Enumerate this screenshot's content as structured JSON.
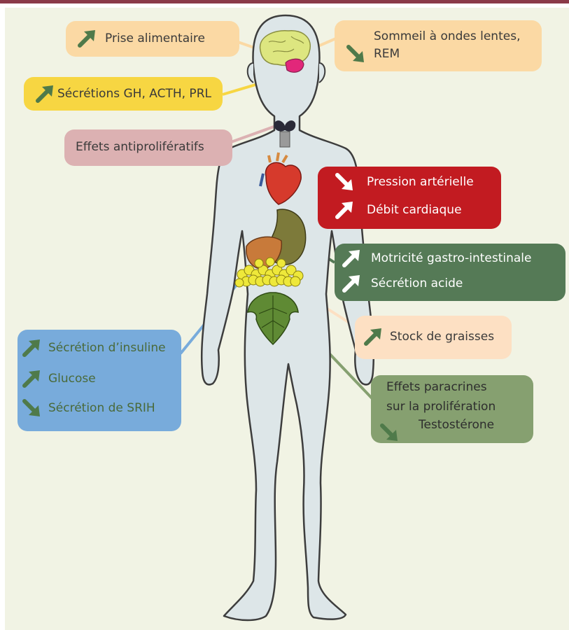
{
  "colors": {
    "accent_bar": "#8a3a48",
    "background": "#f1f3e4",
    "body": "#dde6e8",
    "peach_box": "#fbd9a4",
    "yellow_box": "#f7d642",
    "pink_box": "#dcb1b2",
    "red_box": "#c21b21",
    "dark_green_box": "#557a56",
    "light_peach_box": "#fde0c3",
    "sage_box": "#86a070",
    "blue_box": "#78abdb",
    "arrow_green": "#4f7a4a",
    "arrow_white": "#ffffff"
  },
  "boxes": {
    "food_intake": {
      "items": [
        {
          "arrow": "up",
          "text": "Prise alimentaire"
        }
      ]
    },
    "sleep": {
      "items": [
        {
          "arrow": "down",
          "text": "Sommeil à ondes lentes,"
        },
        {
          "arrow": "none",
          "text": "REM"
        }
      ]
    },
    "secretions": {
      "items": [
        {
          "arrow": "up",
          "text": "Sécrétions GH, ACTH, PRL"
        }
      ]
    },
    "antiproliferative": {
      "items": [
        {
          "arrow": "none",
          "text": "Effets antiprolifératifs"
        }
      ]
    },
    "cardio": {
      "items": [
        {
          "arrow": "down",
          "text": "Pression artérielle"
        },
        {
          "arrow": "up",
          "text": "Débit cardiaque"
        }
      ]
    },
    "gastro": {
      "items": [
        {
          "arrow": "up",
          "text": "Motricité gastro-intestinale"
        },
        {
          "arrow": "up",
          "text": "Sécrétion acide"
        }
      ]
    },
    "fat": {
      "items": [
        {
          "arrow": "up",
          "text": "Stock de graisses"
        }
      ]
    },
    "paracrine": {
      "items": [
        {
          "arrow": "none",
          "text": "Effets paracrines"
        },
        {
          "arrow": "none",
          "text": "sur la prolifération"
        },
        {
          "arrow": "down",
          "text": "Testostérone"
        }
      ]
    },
    "pancreas": {
      "items": [
        {
          "arrow": "up",
          "text": "Sécrétion d’insuline"
        },
        {
          "arrow": "up",
          "text": "Glucose"
        },
        {
          "arrow": "down",
          "text": "Sécrétion de SRIH"
        }
      ]
    }
  }
}
